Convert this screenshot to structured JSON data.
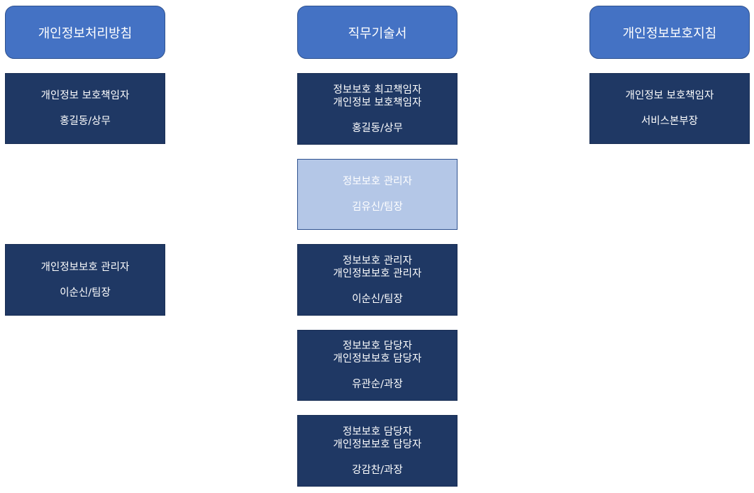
{
  "columns": [
    {
      "header": "개인정보처리방침",
      "boxes": [
        {
          "titles": [
            "개인정보 보호책임자"
          ],
          "person": "홍길동/상무"
        },
        {
          "titles": [
            "개인정보보호 관리자"
          ],
          "person": "이순신/팀장"
        }
      ]
    },
    {
      "header": "직무기술서",
      "boxes": [
        {
          "titles": [
            "정보보호 최고책임자",
            "개인정보 보호책임자"
          ],
          "person": "홍길동/상무"
        },
        {
          "titles": [
            "정보보호 관리자"
          ],
          "person": "김유신/팀장"
        },
        {
          "titles": [
            "정보보호 관리자",
            "개인정보보호 관리자"
          ],
          "person": "이순신/팀장"
        },
        {
          "titles": [
            "정보보호 담당자",
            "개인정보보호 담당자"
          ],
          "person": "유관순/과장"
        },
        {
          "titles": [
            "정보보호 담당자",
            "개인정보보호 담당자"
          ],
          "person": "강감찬/과장"
        }
      ]
    },
    {
      "header": "개인정보보호지침",
      "boxes": [
        {
          "titles": [
            "개인정보 보호책임자"
          ],
          "person": "서비스본부장"
        }
      ]
    }
  ],
  "colors": {
    "header_fill": "#4472c4",
    "box_fill": "#1f3864",
    "highlight_fill": "#b4c7e7"
  }
}
